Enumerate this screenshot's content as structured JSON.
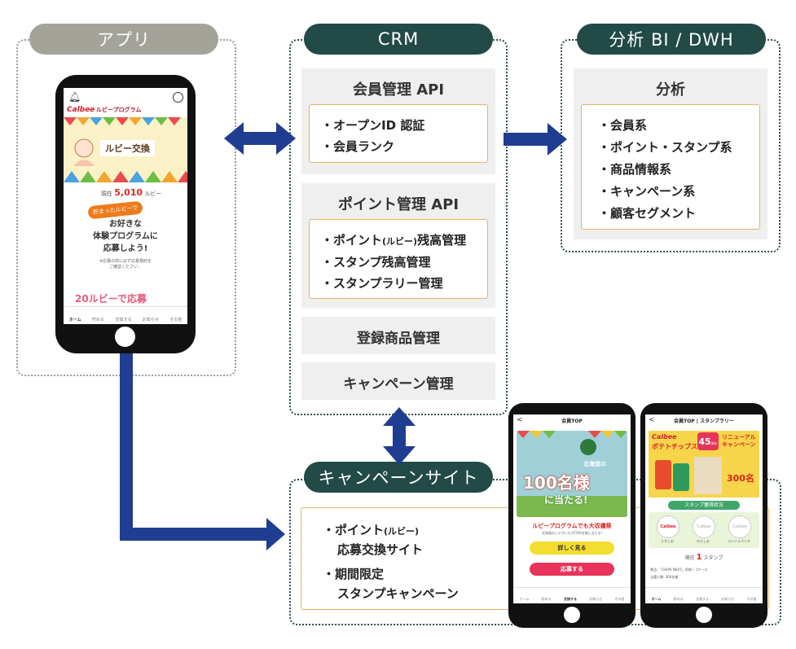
{
  "sections": {
    "app": {
      "label": "アプリ"
    },
    "crm": {
      "label": "CRM"
    },
    "analytics": {
      "label": "分析 BI / DWH"
    },
    "campaign_site": {
      "label": "キャンペーンサイト"
    }
  },
  "crm": {
    "member_api": {
      "title": "会員管理 API",
      "items": [
        "・オープンID 認証",
        "・会員ランク"
      ]
    },
    "point_api": {
      "title": "ポイント管理 API",
      "items": [
        "・ポイント",
        "(ルビー)",
        "残高管理",
        "・スタンプ残高管理",
        "・スタンプラリー管理"
      ]
    },
    "product_mgmt": {
      "title": "登録商品管理"
    },
    "campaign_mgmt": {
      "title": "キャンペーン管理"
    }
  },
  "analytics": {
    "title": "分析",
    "items": [
      "・会員系",
      "・ポイント・スタンプ系",
      "・商品情報系",
      "・キャンペーン系",
      "・顧客セグメント"
    ]
  },
  "campaign_site": {
    "item1_line1": "・ポイント",
    "item1_paren": "(ルビー)",
    "item1_line2": "応募交換サイト",
    "item2_line1": "・期間限定",
    "item2_line2": "スタンプキャンペーン"
  },
  "phone_main": {
    "brand": "Calbee",
    "program": "ルビープログラム",
    "banner": "ルビー交換",
    "balance_prefix": "現在",
    "balance_value": "5,010",
    "balance_unit": "ルビー",
    "bubble": "貯まったルビーで",
    "headline": [
      "お好きな",
      "体験プログラムに",
      "応募しよう!"
    ],
    "note": [
      "※応募の前に必ず応募規約を",
      "ご確認ください。"
    ],
    "peek": "20ルビーで応募",
    "nav": [
      "ホーム",
      "貯める",
      "交換する",
      "お知らせ",
      "その他"
    ]
  },
  "phone_mid": {
    "header": "会員TOP",
    "headline_small": "北海道の",
    "headline_big": "100名様",
    "headline_sub": "に当たる!",
    "caption": "ルビープログラムでも大収穫祭",
    "subcaption": "北海道のじゃがいもがIT00名様に当たる!",
    "btn1": "詳しく見る",
    "btn2": "応募する",
    "nav": [
      "ホーム",
      "貯める",
      "交換する",
      "お知らせ",
      "その他"
    ]
  },
  "phone_right": {
    "header": "会員TOP | スタンプラリー",
    "brand": "Calbee",
    "product": "ポテトチップス",
    "badge": "45",
    "badge_sub": "周年",
    "renewal": [
      "リニューアル",
      "キャンペーン"
    ],
    "win": "300名",
    "stamp_status": "スタンプ獲得状況",
    "stamps": [
      "Calbee",
      "Calbee",
      "Calbee"
    ],
    "stamp_labels": [
      "うすしお",
      "のりしお",
      "コンソメパンチ"
    ],
    "current_prefix": "現在",
    "current_value": "1",
    "current_unit": "スタンプ",
    "detail1": "景品: 「CHIPS NEXT」(6袋)・1ケース",
    "detail2": "当選人数: 300名様",
    "nav": [
      "ホーム",
      "貯める",
      "交換する",
      "お知らせ",
      "その他"
    ]
  },
  "colors": {
    "arrow": "#1f3d91",
    "teal": "#224a47",
    "grey_pill": "#a4a39a",
    "orange_border": "#e6b466",
    "box_bg": "#efefef"
  }
}
